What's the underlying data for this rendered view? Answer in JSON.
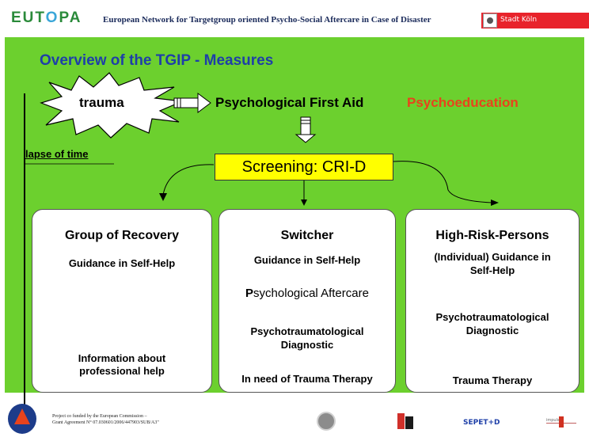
{
  "header": {
    "logo_text_1": "EUT",
    "logo_text_2": "O",
    "logo_text_3": "PA",
    "title": "European Network for Targetgroup oriented Psycho-Social Aftercare in Case of Disaster",
    "city": "Stadt Köln"
  },
  "slide": {
    "title": "Overview of the TGIP - Measures",
    "trauma": "trauma",
    "first_aid": "Psychological First Aid",
    "psychoeducation": "Psychoeducation",
    "lapse": "lapse of time",
    "screening": "Screening: CRI-D",
    "colors": {
      "background": "#6cd02e",
      "title": "#1e3fa8",
      "psychoeducation": "#e8431c",
      "screening_bg": "#ffff00"
    }
  },
  "cards": {
    "recovery": {
      "title": "Group of Recovery",
      "guidance": "Guidance in Self-Help",
      "info_line1": "Information about",
      "info_line2": "professional help"
    },
    "switcher": {
      "title": "Switcher",
      "guidance": "Guidance in Self-Help",
      "aftercare_bold": "P",
      "aftercare_rest": "sychological Aftercare",
      "diag_line1": "Psychotraumatological",
      "diag_line2": "Diagnostic",
      "therapy": "In need of Trauma Therapy"
    },
    "highrisk": {
      "title": "High-Risk-Persons",
      "guidance_line1": "(Individual) Guidance in",
      "guidance_line2": "Self-Help",
      "diag_line1": "Psychotraumatological",
      "diag_line2": "Diagnostic",
      "therapy": "Trauma Therapy"
    }
  },
  "footer": {
    "line1": "Project co funded by the European Commission –",
    "line2": "Grant Agreement N° 07.030601/2006/447903/SUB/A3\"",
    "sepet": "SEPET+D",
    "impuls": "impuls"
  }
}
